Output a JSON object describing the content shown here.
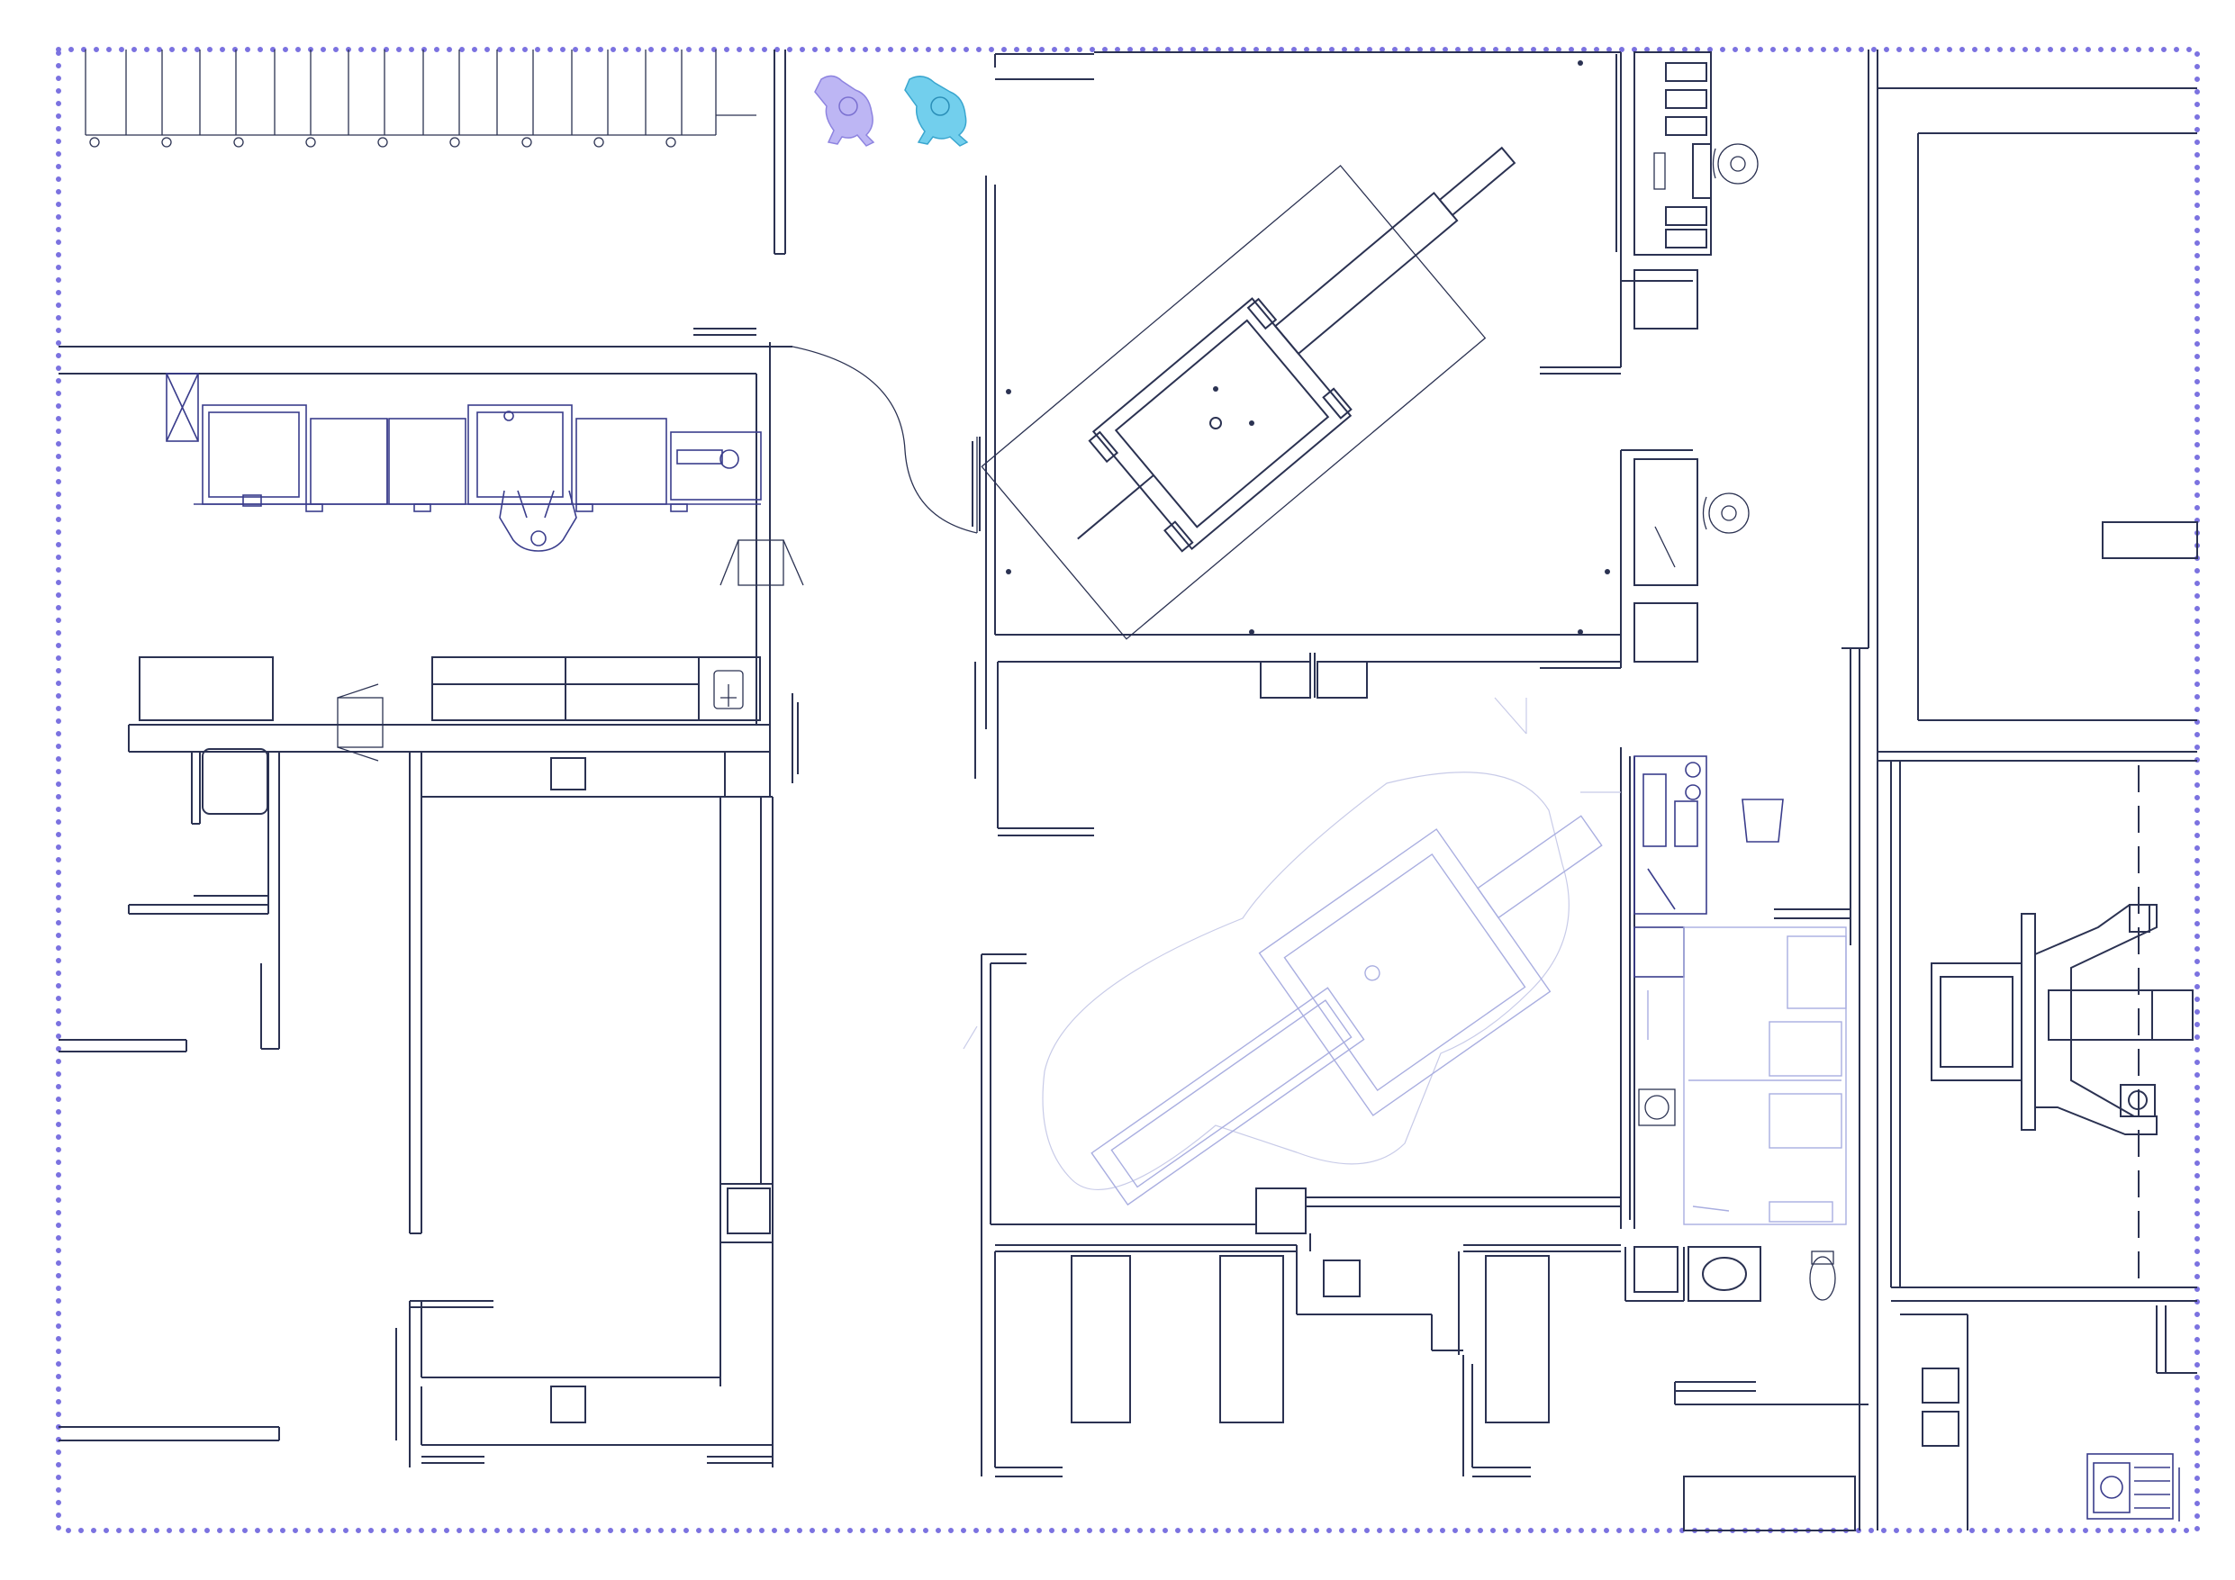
{
  "drawing": {
    "kind": "floor-plan",
    "colors": {
      "wall": "#2b3252",
      "equipment": "#3a3d8c",
      "ghost_equipment": "#a9aee0",
      "boundary_dots": "#7b72e0",
      "figure_lavender": "#a79df0",
      "figure_cyan": "#4fc3e8"
    },
    "icons": [
      "standing-person-lavender",
      "standing-person-cyan",
      "seated-person",
      "robot-arm",
      "toilet",
      "sink"
    ]
  }
}
